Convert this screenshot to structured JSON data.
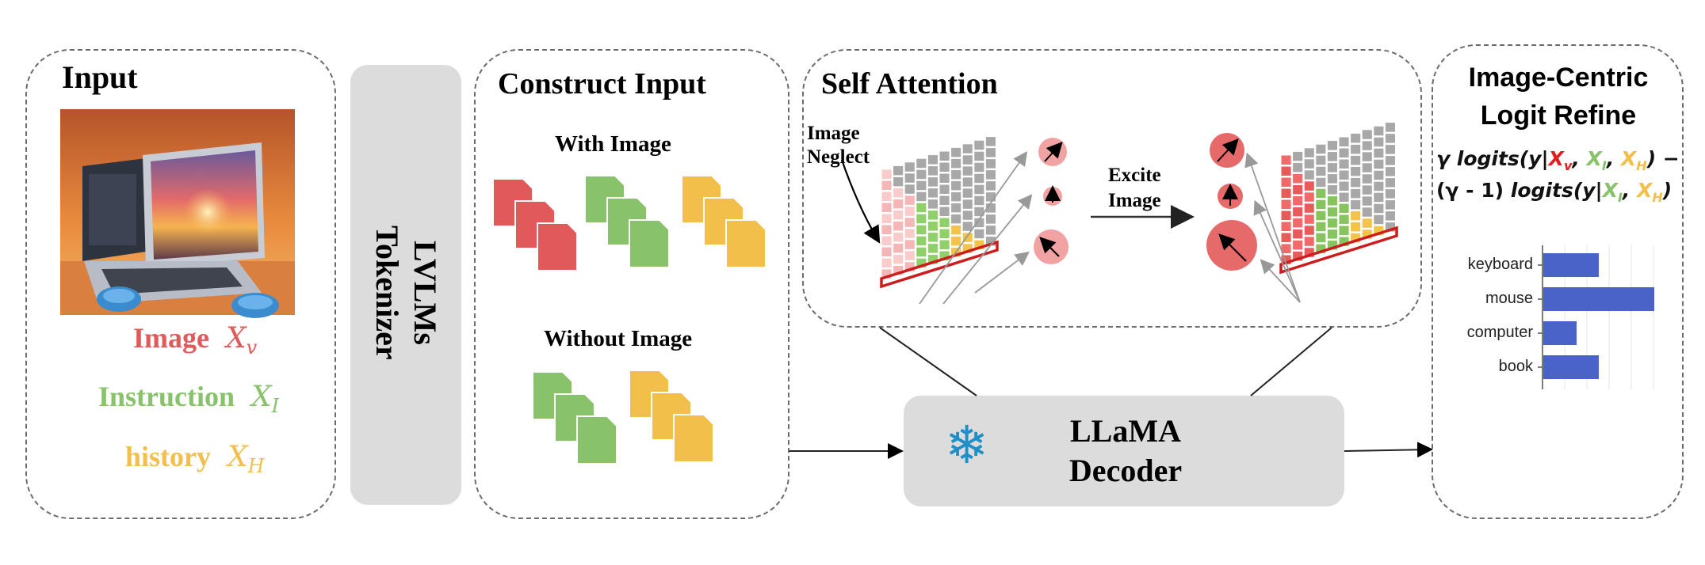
{
  "input": {
    "title": "Input",
    "image_label": "Image",
    "image_var": "X",
    "image_sub": "v",
    "instruction_label": "Instruction",
    "instruction_var": "X",
    "instruction_sub": "I",
    "history_label": "history",
    "history_var": "X",
    "history_sub": "H"
  },
  "tokenizer": {
    "line1": "LVLMs",
    "line2": "Tokenizer"
  },
  "construct": {
    "title": "Construct Input",
    "with_image": "With Image",
    "without_image": "Without Image"
  },
  "attention": {
    "title": "Self Attention",
    "neglect_line1": "Image",
    "neglect_line2": "Neglect",
    "excite_line1": "Excite",
    "excite_line2": "Image"
  },
  "decoder": {
    "line1": "LLaMA",
    "line2": "Decoder",
    "icon": "snowflake-icon"
  },
  "refine": {
    "title_line1": "Image-Centric",
    "title_line2": "Logit Refine",
    "f1_gamma": "γ",
    "f1_logits": "logits",
    "f1_open": "(y|",
    "f1_xv": "X",
    "f1_xv_sub": "v",
    "f1_comma1": ", ",
    "f1_xi": "X",
    "f1_xi_sub": "I",
    "f1_comma2": ", ",
    "f1_xh": "X",
    "f1_xh_sub": "H",
    "f1_close": ") −",
    "f2_gamma": "(γ - 1)",
    "f2_logits": "logits",
    "f2_open": "(y|",
    "f2_xi": "X",
    "f2_xi_sub": "I",
    "f2_comma": ", ",
    "f2_xh": "X",
    "f2_xh_sub": "H",
    "f2_close": ")"
  },
  "colors": {
    "red": "#e05a5a",
    "green": "#88c26a",
    "orange": "#f2c04a",
    "bar": "#4a63c8",
    "formula_red": "#e02020",
    "panel_gray": "#dcdcdc"
  },
  "chart_data": {
    "type": "bar",
    "orientation": "horizontal",
    "categories": [
      "keyboard",
      "mouse",
      "computer",
      "book"
    ],
    "values": [
      0.5,
      1.0,
      0.3,
      0.5
    ],
    "xlim": [
      0,
      1.0
    ]
  }
}
